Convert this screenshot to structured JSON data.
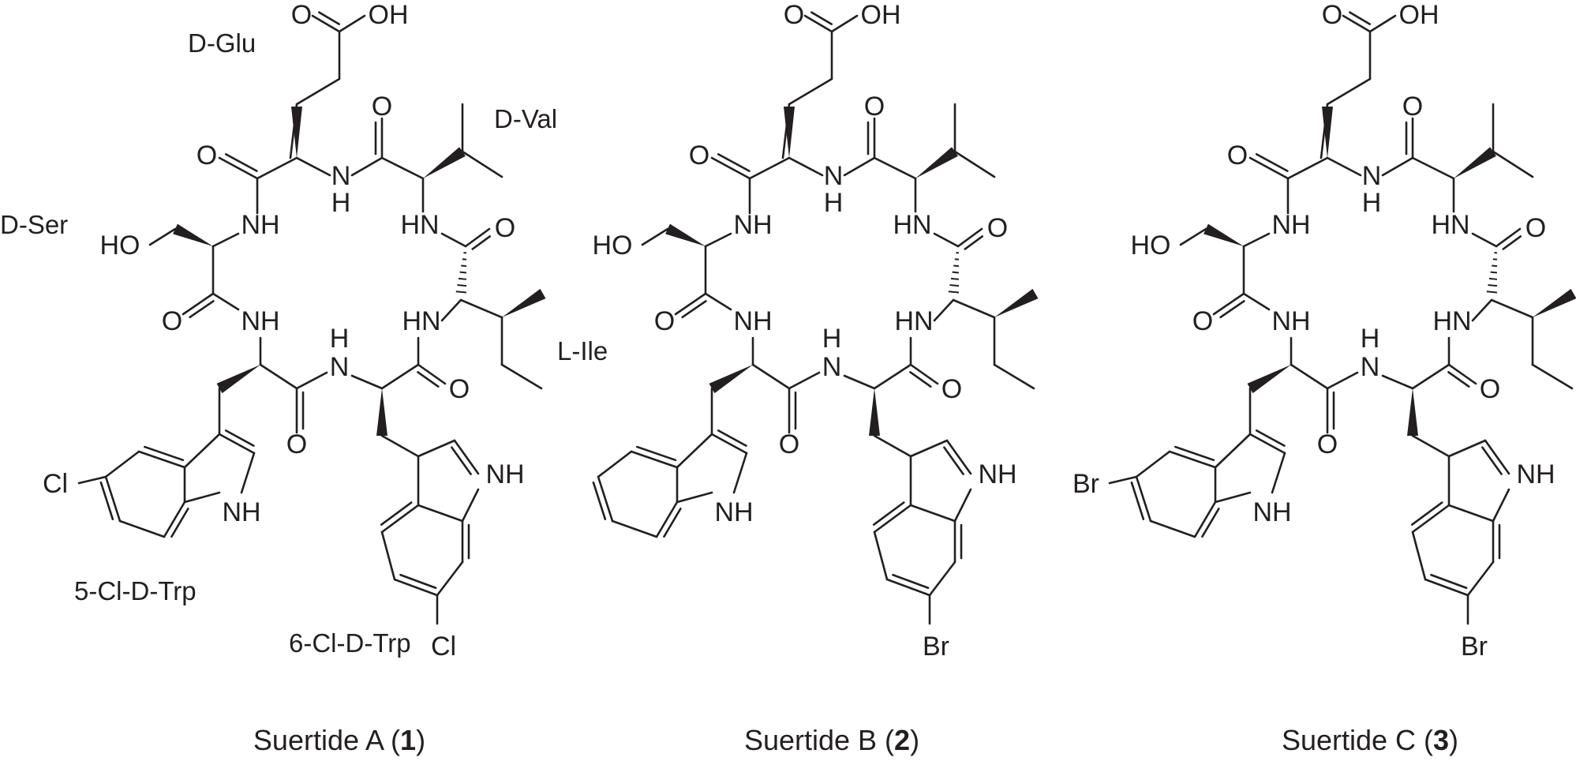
{
  "compounds": [
    {
      "caption_pre": "Suertide A (",
      "number": "1",
      "caption_post": ")",
      "substituent_5": "Cl",
      "substituent_6": "Cl",
      "residues": [
        "D-Glu",
        "D-Val",
        "D-Ser",
        "L-Ile",
        "5-Cl-D-Trp",
        "6-Cl-D-Trp"
      ]
    },
    {
      "caption_pre": "Suertide B (",
      "number": "2",
      "caption_post": ")",
      "substituent_5": "",
      "substituent_6": "Br",
      "residues": []
    },
    {
      "caption_pre": "Suertide C (",
      "number": "3",
      "caption_post": ")",
      "substituent_5": "Br",
      "substituent_6": "Br",
      "residues": []
    }
  ],
  "atoms": {
    "oh": "OH",
    "ho": "HO",
    "o": "O",
    "nh": "NH",
    "hn": "HN",
    "n": "N",
    "h": "H"
  },
  "colors": {
    "ink": "#231f20",
    "background": "#ffffff"
  }
}
